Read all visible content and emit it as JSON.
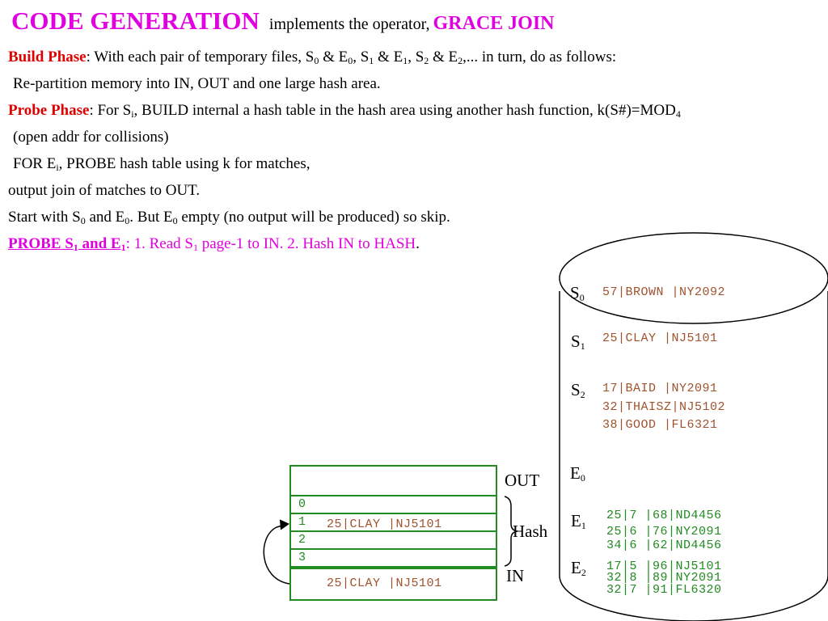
{
  "title": {
    "main": "CODE GENERATION",
    "implements": "implements the operator,",
    "operator": "GRACE JOIN"
  },
  "build": {
    "label": "Build Phase",
    "t1": ": With each pair of temporary files, S",
    "t2": " & E",
    "t3": ",   S",
    "t4": " & E",
    "t5": ",    S",
    "t6": " & E",
    "t7": ",... in turn, do as follows:",
    "s0": "0",
    "e0": "0",
    "s1": "1",
    "e1": "1",
    "s2": "2",
    "e2": "2",
    "repartition": "Re-partition memory into IN, OUT and one large hash area."
  },
  "probe": {
    "label": "Probe Phase",
    "t1": ": For S",
    "sub_i": "i",
    "t2": ", BUILD internal a hash table in the hash area using another hash function, k(S#)=MOD",
    "sub_4": "4",
    "open_addr": "(open addr for collisions)",
    "for_t1": "FOR E",
    "for_sub": "i",
    "for_t2": ", PROBE hash table using k for matches,",
    "output": "output join of matches to OUT.",
    "start_t1": "Start with S",
    "start_s": "0",
    "start_t2": " and E",
    "start_e": "0",
    "start_t3": ". But E",
    "start_e2": "0",
    "start_t4": " empty (no output will be produced) so skip."
  },
  "step": {
    "link_t1": "PROBE S",
    "link_s": "1",
    "link_t2": " and E",
    "link_e": "1",
    "text": ": 1. Read S",
    "text_sub": "1",
    "text2": " page-1 to IN.  2. Hash IN to HASH",
    "period": "."
  },
  "disk": {
    "s_labels": [
      {
        "main": "S",
        "sub": "0"
      },
      {
        "main": "S",
        "sub": "1"
      },
      {
        "main": "S",
        "sub": "2"
      }
    ],
    "e_labels": [
      {
        "main": "E",
        "sub": "0"
      },
      {
        "main": "E",
        "sub": "1"
      },
      {
        "main": "E",
        "sub": "2"
      }
    ],
    "s0_records": [
      "57|BROWN |NY2092"
    ],
    "s1_records": [
      "25|CLAY  |NJ5101"
    ],
    "s2_records": [
      "17|BAID  |NY2091",
      "32|THAISZ|NJ5102",
      "38|GOOD  |FL6321"
    ],
    "e1_records": [
      "25|7 |68|ND4456",
      "25|6 |76|NY2091",
      "34|6 |62|ND4456"
    ],
    "e2_records": [
      "17|5 |96|NJ5101",
      "32|8 |89|NY2091",
      "32|7 |91|FL6320"
    ]
  },
  "memory": {
    "out_label": "OUT",
    "hash_label": "Hash",
    "in_label": "IN",
    "slots": [
      "0",
      "1",
      "2",
      "3"
    ],
    "slot1_record": "25|CLAY  |NJ5101",
    "in_record": "25|CLAY  |NJ5101"
  }
}
